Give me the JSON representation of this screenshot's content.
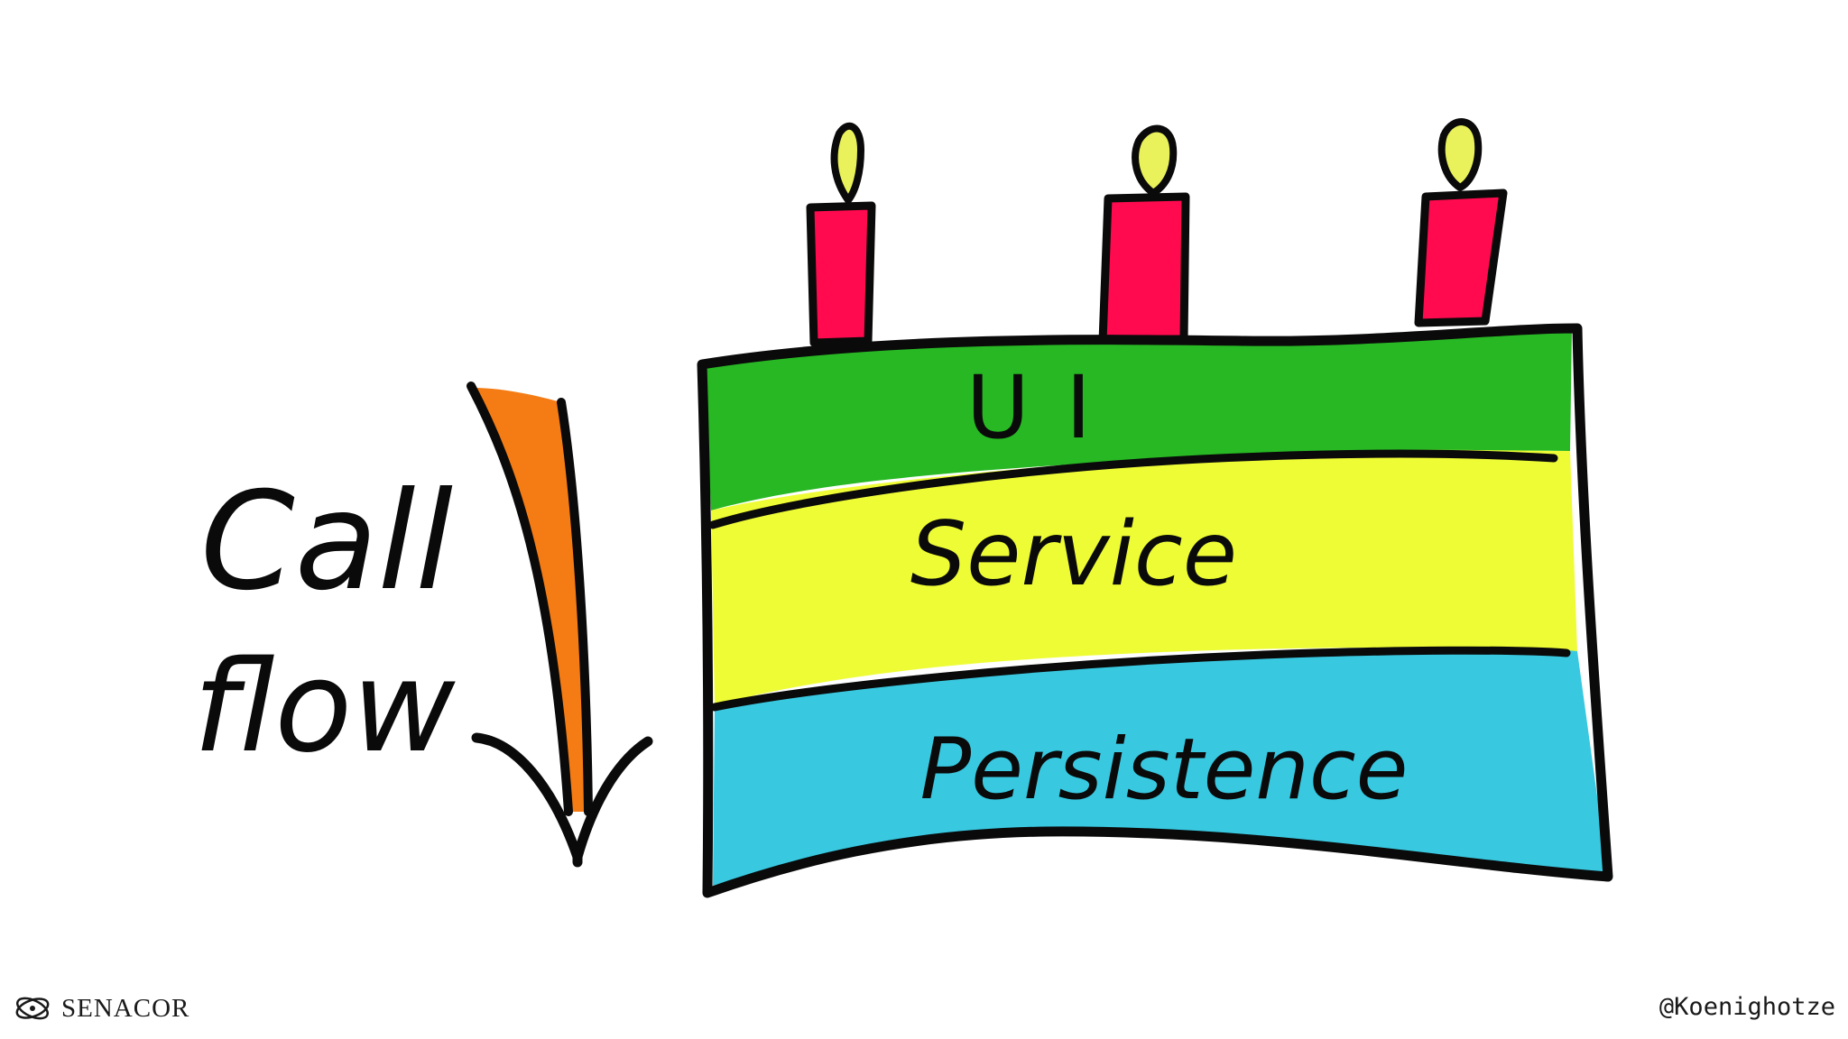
{
  "diagram": {
    "call_flow_label_line1": "Call",
    "call_flow_label_line2": "flow",
    "layers": [
      {
        "label": "UI",
        "color": "#27b823"
      },
      {
        "label": "Service",
        "color": "#eefc36"
      },
      {
        "label": "Persistence",
        "color": "#38c8e0"
      }
    ],
    "arrow_color": "#f57c14",
    "candle_color": "#ff0a4e",
    "flame_color": "#e9f25a",
    "outline_color": "#0a0a0a"
  },
  "footer": {
    "brand": "SENACOR",
    "brand_icon": "senacor-logo-icon",
    "handle": "@Koenighotze"
  }
}
